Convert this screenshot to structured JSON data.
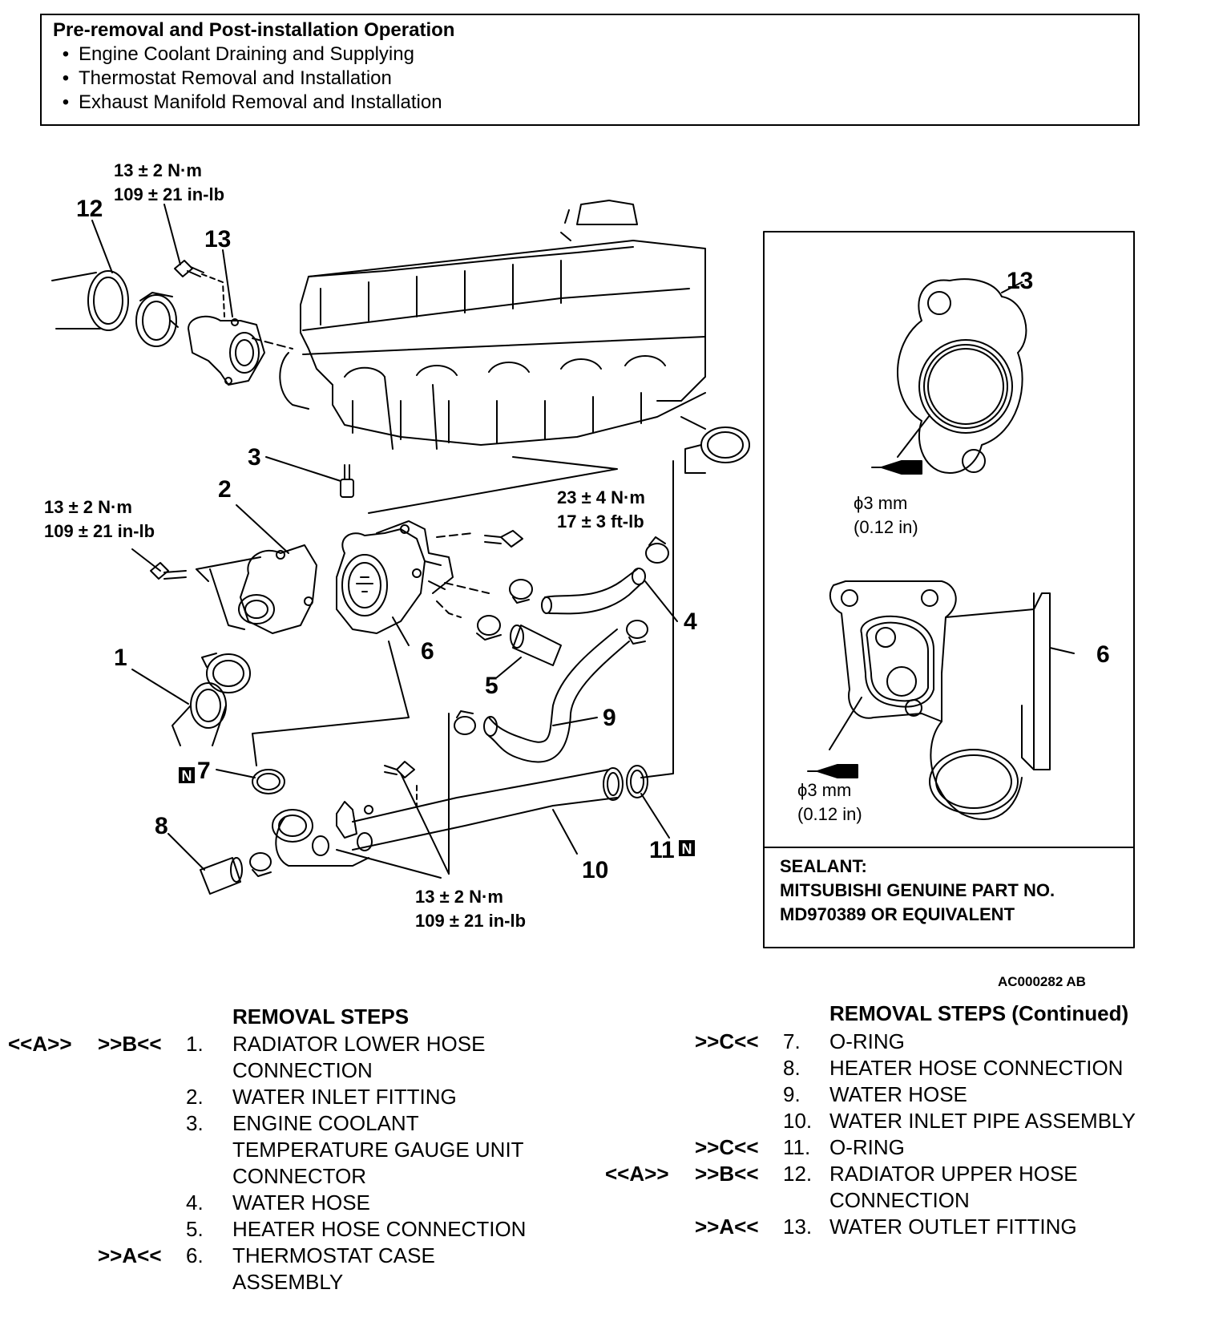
{
  "pre_removal": {
    "title": "Pre-removal and Post-installation Operation",
    "items": [
      "Engine Coolant Draining and Supplying",
      "Thermostat Removal and Installation",
      "Exhaust Manifold Removal and Installation"
    ]
  },
  "diagram": {
    "torque_top_12_13": [
      "13 ± 2 N·m",
      "109 ± 21 in-lb"
    ],
    "torque_left_2": [
      "13 ± 2 N·m",
      "109 ± 21 in-lb"
    ],
    "torque_right_4": [
      "23 ± 4 N·m",
      "17 ± 3 ft-lb"
    ],
    "torque_bottom_10": [
      "13 ± 2 N·m",
      "109 ± 21 in-lb"
    ],
    "callouts": [
      "1",
      "2",
      "3",
      "4",
      "5",
      "6",
      "7",
      "8",
      "9",
      "10",
      "11",
      "12",
      "13"
    ],
    "new_part_mark": "N",
    "inset": {
      "callout_13": "13",
      "callout_6": "6",
      "bead_1": [
        "ϕ3 mm",
        "(0.12 in)"
      ],
      "bead_2": [
        "ϕ3 mm",
        "(0.12 in)"
      ],
      "sealant": [
        "SEALANT:",
        "MITSUBISHI GENUINE PART NO.",
        "MD970389 OR EQUIVALENT"
      ]
    },
    "figure_id": "AC000282 AB"
  },
  "removal_steps": {
    "title_left": "REMOVAL STEPS",
    "title_right": "REMOVAL STEPS (Continued)",
    "left": [
      {
        "m1": "<<A>>",
        "m2": ">>B<<",
        "num": "1.",
        "lines": [
          "RADIATOR LOWER HOSE",
          "CONNECTION"
        ]
      },
      {
        "m1": "",
        "m2": "",
        "num": "2.",
        "lines": [
          "WATER INLET FITTING"
        ]
      },
      {
        "m1": "",
        "m2": "",
        "num": "3.",
        "lines": [
          "ENGINE COOLANT",
          "TEMPERATURE GAUGE UNIT",
          "CONNECTOR"
        ]
      },
      {
        "m1": "",
        "m2": "",
        "num": "4.",
        "lines": [
          "WATER HOSE"
        ]
      },
      {
        "m1": "",
        "m2": "",
        "num": "5.",
        "lines": [
          "HEATER HOSE CONNECTION"
        ]
      },
      {
        "m1": "",
        "m2": ">>A<<",
        "num": "6.",
        "lines": [
          "THERMOSTAT CASE",
          "ASSEMBLY"
        ]
      }
    ],
    "right": [
      {
        "m1": "",
        "m2": ">>C<<",
        "num": "7.",
        "lines": [
          "O-RING"
        ]
      },
      {
        "m1": "",
        "m2": "",
        "num": "8.",
        "lines": [
          "HEATER HOSE CONNECTION"
        ]
      },
      {
        "m1": "",
        "m2": "",
        "num": "9.",
        "lines": [
          "WATER HOSE"
        ]
      },
      {
        "m1": "",
        "m2": "",
        "num": "10.",
        "lines": [
          "WATER INLET PIPE ASSEMBLY"
        ]
      },
      {
        "m1": "",
        "m2": ">>C<<",
        "num": "11.",
        "lines": [
          "O-RING"
        ]
      },
      {
        "m1": "<<A>>",
        "m2": ">>B<<",
        "num": "12.",
        "lines": [
          "RADIATOR UPPER HOSE",
          "CONNECTION"
        ]
      },
      {
        "m1": "",
        "m2": ">>A<<",
        "num": "13.",
        "lines": [
          "WATER OUTLET FITTING"
        ]
      }
    ]
  }
}
